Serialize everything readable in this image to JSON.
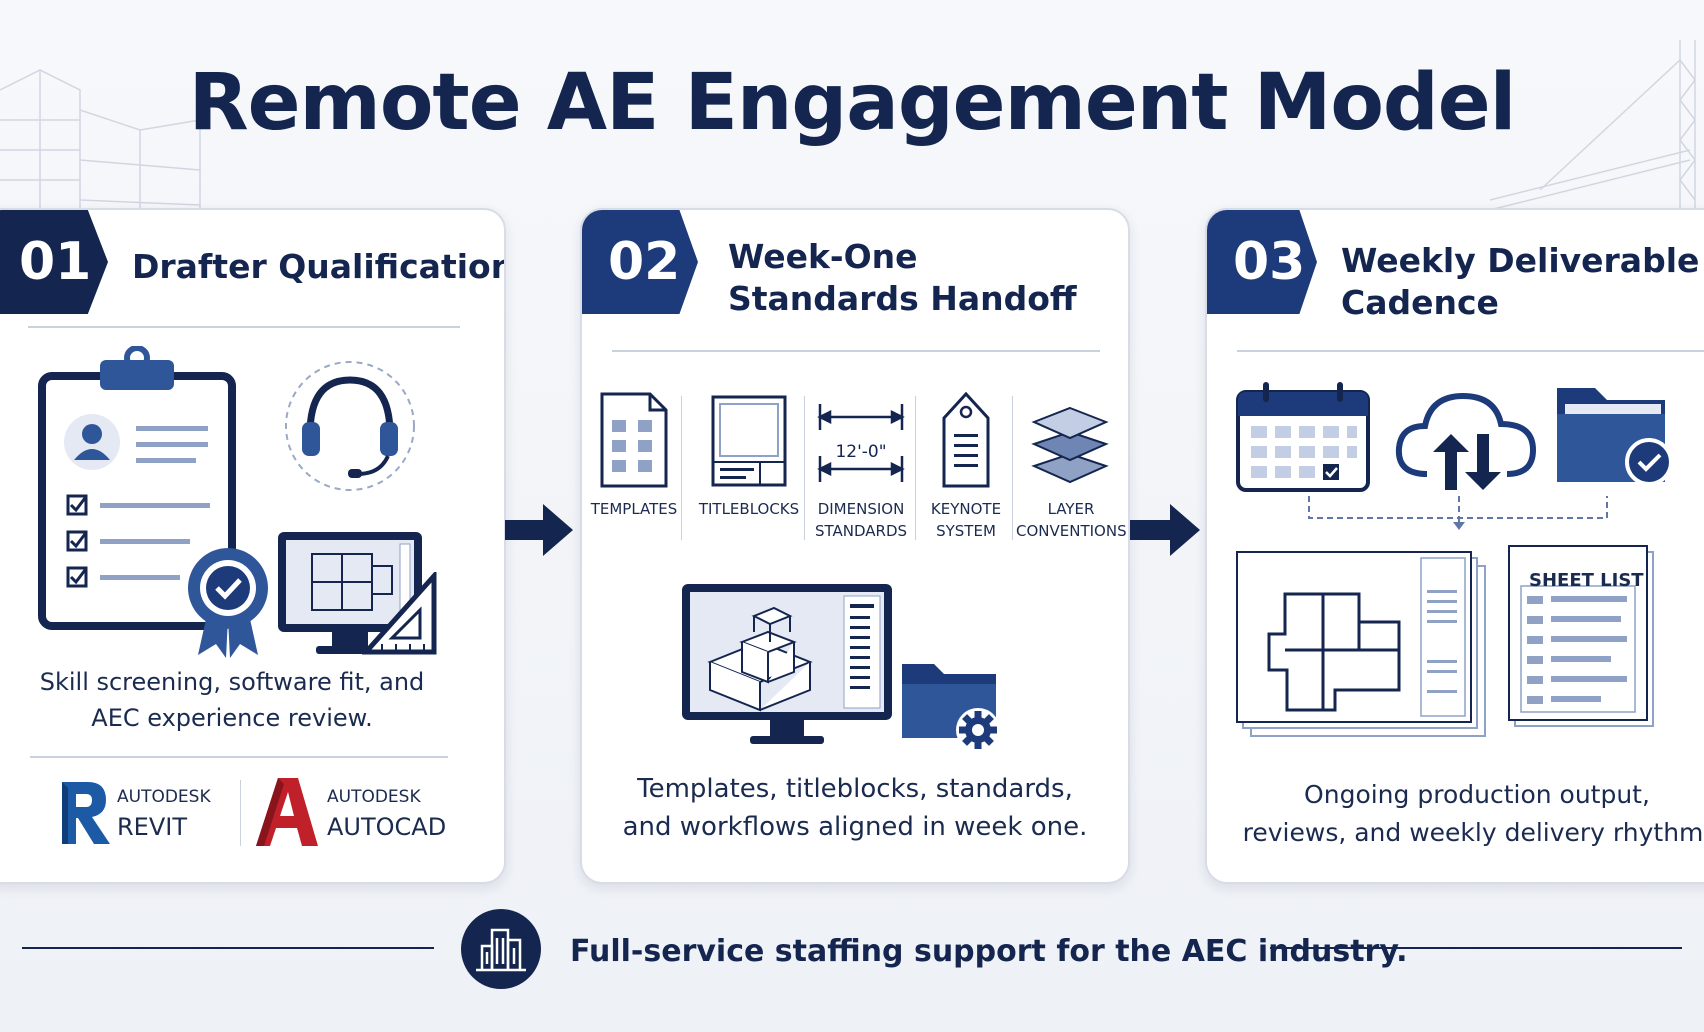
{
  "title": "Remote AE Engagement Model",
  "colors": {
    "navy": "#14254f",
    "blue": "#1d3b7a",
    "mid_blue": "#2e5699",
    "light_blue": "#e4e9f4",
    "revit_blue": "#1c5aa6",
    "autocad_red": "#c0202a"
  },
  "steps": [
    {
      "number": "01",
      "title": "Drafter Qualification",
      "description": [
        "Skill screening, software fit, and",
        "AEC experience review."
      ],
      "illustrations": [
        "clipboard-resume-icon",
        "headset-icon",
        "badge-check-icon",
        "monitor-floorplan-icon",
        "triangle-ruler-icon"
      ],
      "software": [
        {
          "brand": "AUTODESK",
          "product": "REVIT",
          "icon": "revit-logo-icon"
        },
        {
          "brand": "AUTODESK",
          "product": "AUTOCAD",
          "icon": "autocad-logo-icon"
        }
      ]
    },
    {
      "number": "02",
      "title": [
        "Week-One",
        "Standards Handoff"
      ],
      "items": [
        {
          "label": [
            "TEMPLATES"
          ],
          "icon": "template-document-icon"
        },
        {
          "label": [
            "TITLEBLOCKS"
          ],
          "icon": "titleblock-icon"
        },
        {
          "label": [
            "DIMENSION",
            "STANDARDS"
          ],
          "icon": "dimension-icon",
          "dimension_text": "12'-0\""
        },
        {
          "label": [
            "KEYNOTE",
            "SYSTEM"
          ],
          "icon": "keynote-tag-icon"
        },
        {
          "label": [
            "LAYER",
            "CONVENTIONS"
          ],
          "icon": "layers-icon"
        }
      ],
      "illustrations": [
        "monitor-building-model-icon",
        "folder-gear-icon"
      ],
      "description": [
        "Templates, titleblocks, standards,",
        "and workflows aligned in week one."
      ]
    },
    {
      "number": "03",
      "title": [
        "Weekly Deliverable",
        "Cadence"
      ],
      "illustrations": [
        "calendar-icon",
        "cloud-sync-icon",
        "folder-check-icon",
        "drawing-set-icon",
        "sheet-list-icon"
      ],
      "sheet_list_label": "SHEET LIST",
      "description": [
        "Ongoing production output,",
        "reviews, and weekly delivery rhythm."
      ]
    }
  ],
  "footer": {
    "text": "Full-service staffing support for the AEC industry.",
    "icon": "buildings-icon"
  }
}
